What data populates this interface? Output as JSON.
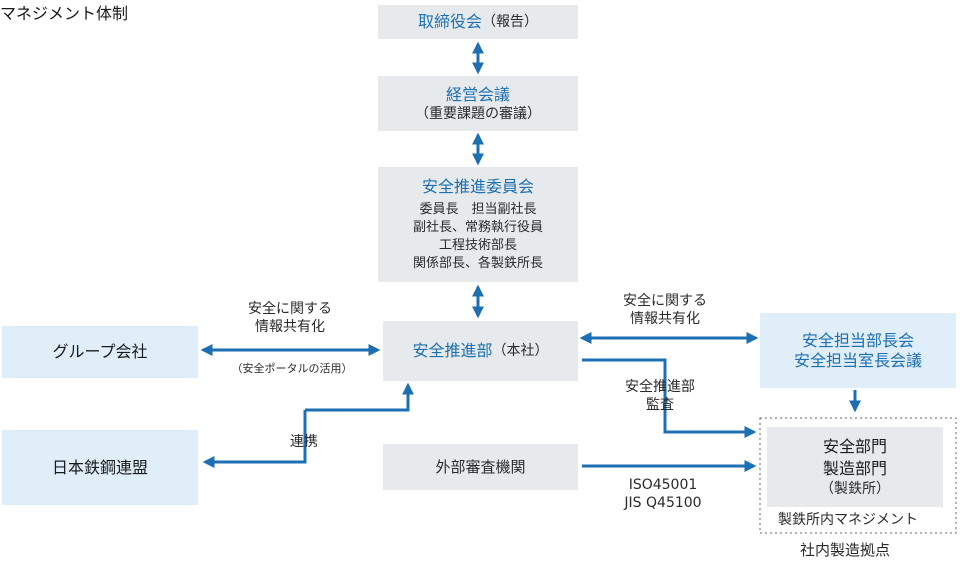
{
  "header": {
    "title": "マネジメント体制"
  },
  "nodes": {
    "board": {
      "title": "取締役会",
      "sub": "（報告）"
    },
    "mgmt_meeting": {
      "title": "経営会議",
      "sub": "（重要課題の審議）"
    },
    "safety_committee": {
      "title": "安全推進委員会",
      "lines": [
        "委員長　担当副社長",
        "副社長、常務執行役員",
        "工程技術部長",
        "関係部長、各製鉄所長"
      ]
    },
    "safety_dept": {
      "title": "安全推進部",
      "sub": "（本社）"
    },
    "group_companies": {
      "title": "グループ会社"
    },
    "jisf": {
      "title": "日本鉄鋼連盟"
    },
    "external_audit": {
      "title": "外部審査機関"
    },
    "safety_managers": {
      "line1": "安全担当部長会",
      "line2": "安全担当室長会議"
    },
    "site_departments": {
      "line1": "安全部門",
      "line2": "製造部門",
      "line3": "（製鉄所）"
    }
  },
  "edge_labels": {
    "info_share_left": {
      "line1": "安全に関する",
      "line2": "情報共有化",
      "note": "（安全ポータルの活用）"
    },
    "info_share_right": {
      "line1": "安全に関する",
      "line2": "情報共有化"
    },
    "cooperation": "連携",
    "audit": {
      "line1": "安全推進部",
      "line2": "監査"
    },
    "iso": {
      "line1": "ISO45001",
      "line2": "JIS Q45100"
    }
  },
  "groups": {
    "steelworks_mgmt": "製鉄所内マネジメント",
    "production_sites": "社内製造拠点"
  },
  "colors": {
    "arrow": "#1d6fb3",
    "title_text": "#1d6fb3",
    "gray_box": "#e6eaec",
    "blue_box": "#dfeef9"
  }
}
